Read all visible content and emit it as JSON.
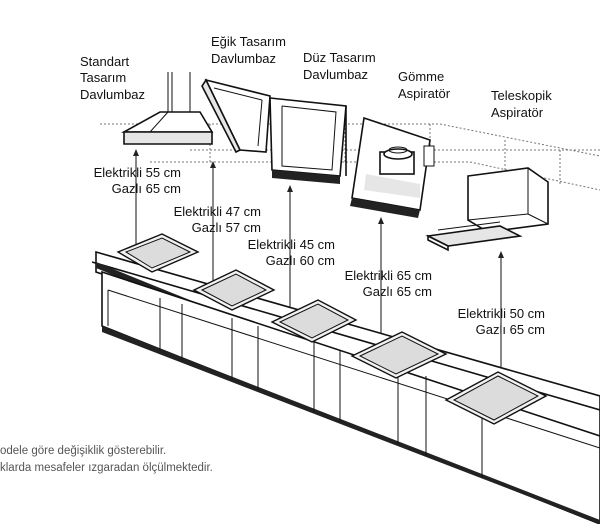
{
  "hoods": [
    {
      "name_line1": "Standart",
      "name_line2": "Tasarım",
      "name_line3": "Davlumbaz",
      "electric": "Elektrikli  55 cm",
      "gas": "Gazlı 65 cm"
    },
    {
      "name_line1": "Eğik Tasarım",
      "name_line2": "Davlumbaz",
      "electric": "Elektrikli  47 cm",
      "gas": "Gazlı 57 cm"
    },
    {
      "name_line1": "Düz Tasarım",
      "name_line2": "Davlumbaz",
      "electric": "Elektrikli 45 cm",
      "gas": "Gazlı 60 cm"
    },
    {
      "name_line1": "Gömme",
      "name_line2": "Aspiratör",
      "electric": "Elektrikli 65 cm",
      "gas": "Gazlı 65 cm"
    },
    {
      "name_line1": "Teleskopik",
      "name_line2": "Aspiratör",
      "electric": "Elektrikli 50 cm",
      "gas": "Gazlı 65 cm"
    }
  ],
  "notes": {
    "line1": "odele göre değişiklik gösterebilir.",
    "line2": "klarda mesafeler ızgaradan ölçülmektedir."
  }
}
